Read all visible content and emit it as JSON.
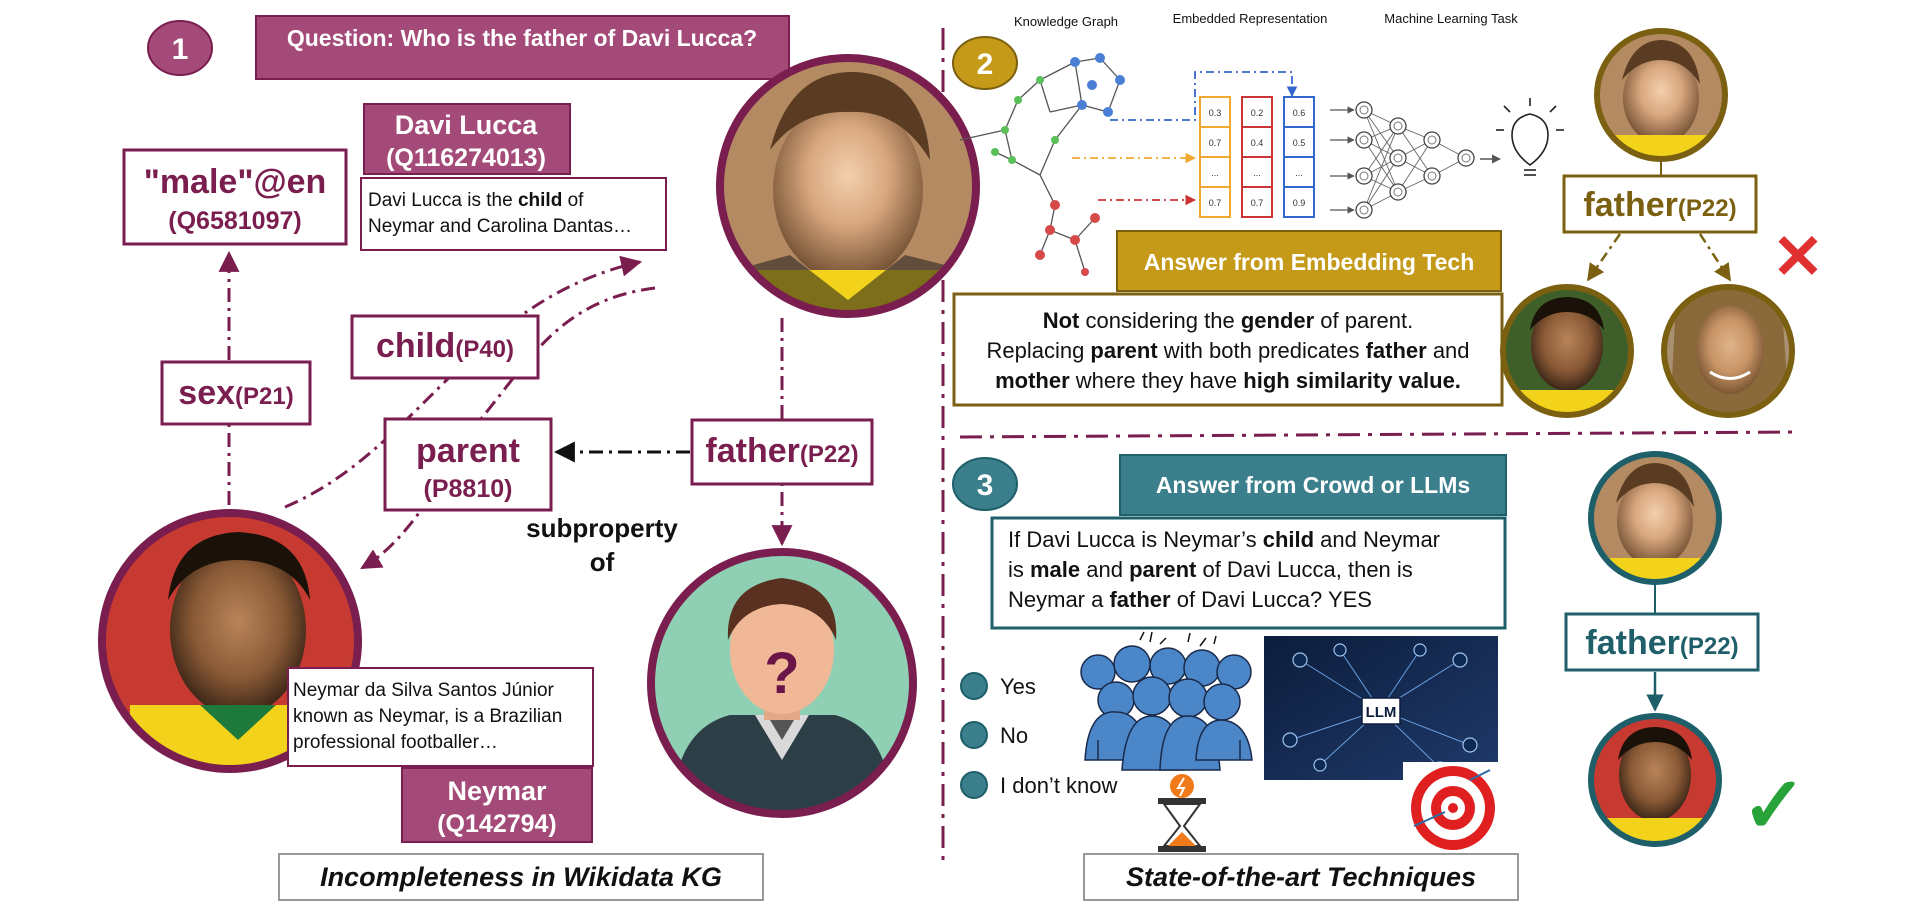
{
  "section1": {
    "badge": "1",
    "question": "Question: Who is the father of Davi Lucca?",
    "davi_box": {
      "name": "Davi Lucca",
      "qid": "(Q116274013)"
    },
    "davi_desc": [
      "Davi Lucca is the |child| of",
      "Neymar and Carolina Dantas…"
    ],
    "male_box": {
      "value": "\"male\"@en",
      "qid": "(Q6581097)"
    },
    "sex_label": {
      "name": "sex",
      "pid": "(P21)"
    },
    "child_label": {
      "name": "child",
      "pid": "(P40)"
    },
    "parent_label": {
      "name": "parent",
      "pid": "(P8810)"
    },
    "father_label": {
      "name": "father",
      "pid": "(P22)"
    },
    "subproperty": [
      "subproperty",
      "of"
    ],
    "neymar_desc": [
      "Neymar da Silva Santos Júnior",
      "known as Neymar, is a Brazilian",
      "professional footballer…"
    ],
    "neymar_box": {
      "name": "Neymar",
      "qid": "(Q142794)"
    },
    "unknown_glyph": "?",
    "caption": "Incompleteness in Wikidata KG"
  },
  "section2": {
    "badge": "2",
    "headers": [
      "Knowledge Graph",
      "Embedded Representation",
      "Machine Learning Task"
    ],
    "vector_columns": [
      {
        "color": "#f0a830",
        "cells": [
          "0.3",
          "0.7",
          "...",
          "0.7"
        ]
      },
      {
        "color": "#cc3333",
        "cells": [
          "0.2",
          "0.4",
          "...",
          "0.7"
        ]
      },
      {
        "color": "#3366cc",
        "cells": [
          "0.6",
          "0.5",
          "...",
          "0.9"
        ]
      }
    ],
    "answer_title": "Answer from Embedding Tech",
    "answer_text": [
      "|Not| considering the |gender| of parent.",
      "Replacing |parent| with both predicates |father| and",
      "|mother| where they have |high similarity value.|"
    ],
    "father_label": {
      "name": "father",
      "pid": "(P22)"
    },
    "wrong_mark": "✕"
  },
  "section3": {
    "badge": "3",
    "answer_title": "Answer from Crowd or LLMs",
    "answer_text": [
      "If Davi Lucca is Neymar’s |child| and Neymar",
      "is |male| and |parent| of Davi Lucca, then is",
      "Neymar a |father| of Davi Lucca? YES"
    ],
    "options": [
      "Yes",
      "No",
      "I don’t know"
    ],
    "llm_label": "LLM",
    "father_label": {
      "name": "father",
      "pid": "(P22)"
    },
    "correct_mark": "✓",
    "caption": "State-of-the-art Techniques"
  },
  "colors": {
    "maroon": "#7a1e4f",
    "maroon_fill": "#a44a78",
    "gold": "#7a6010",
    "gold_fill": "#c49a18",
    "teal": "#1e5f6a",
    "teal_fill": "#3a7f8b",
    "red_x": "#e03030",
    "green_check": "#27a33a"
  }
}
